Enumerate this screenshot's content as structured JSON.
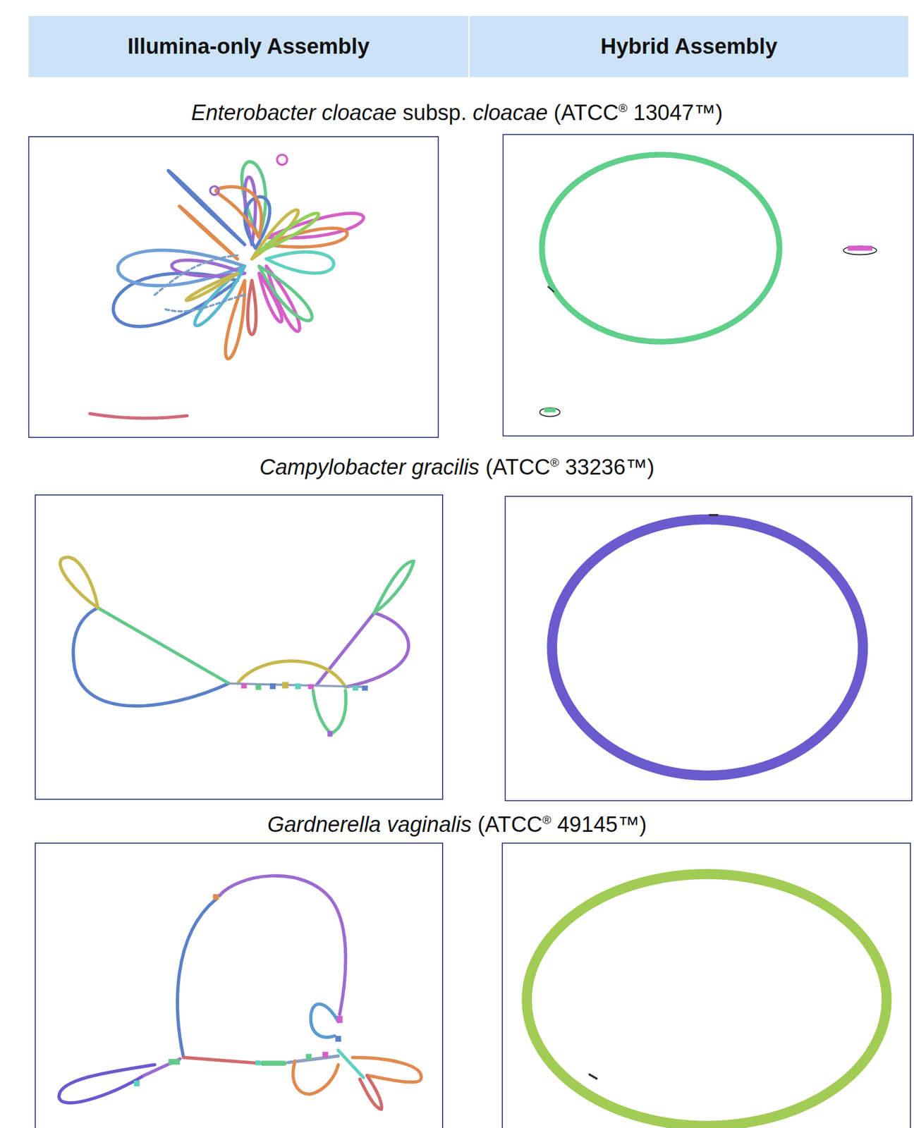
{
  "diagram": {
    "nodes": [
      {
        "text": [
          "Illumina-only Assembly"
        ]
      },
      {
        "text": [
          "Hybrid Assembly"
        ]
      }
    ],
    "labels": [
      "Enterobacter cloacae subsp. cloacae (ATCC® 13047™)",
      "Campylobacter gracilis (ATCC® 33236™)",
      "Gardnerella vaginalis (ATCC® 49145™)"
    ]
  }
}
